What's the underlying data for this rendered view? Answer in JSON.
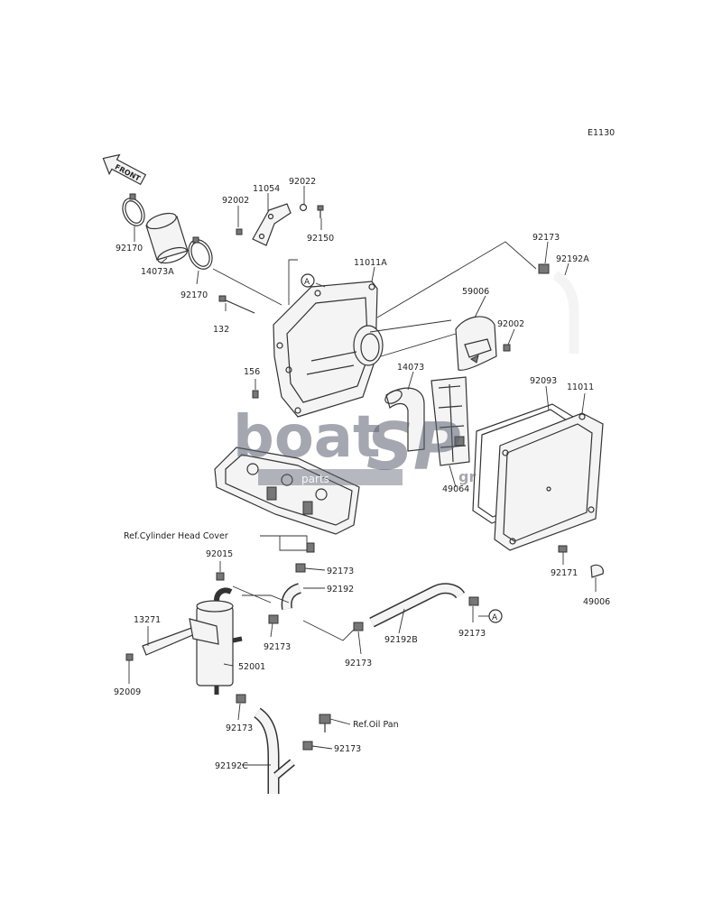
{
  "diagram_code": "E1130",
  "front_label": "FRONT",
  "watermark": {
    "brand_a": "boat",
    "brand_b": "SP",
    "sub": "parts",
    "tld": "gr"
  },
  "labels": [
    {
      "id": "l92170a",
      "text": "92170"
    },
    {
      "id": "l14073a",
      "text": "14073A"
    },
    {
      "id": "l92170b",
      "text": "92170"
    },
    {
      "id": "l92002a",
      "text": "92002"
    },
    {
      "id": "l11054",
      "text": "11054"
    },
    {
      "id": "l92022",
      "text": "92022"
    },
    {
      "id": "l92150",
      "text": "92150"
    },
    {
      "id": "l11011a",
      "text": "11011A"
    },
    {
      "id": "l132",
      "text": "132"
    },
    {
      "id": "l156",
      "text": "156"
    },
    {
      "id": "l92173a",
      "text": "92173"
    },
    {
      "id": "l92192a",
      "text": "92192A"
    },
    {
      "id": "l59006",
      "text": "59006"
    },
    {
      "id": "l92002b",
      "text": "92002"
    },
    {
      "id": "l14073",
      "text": "14073"
    },
    {
      "id": "l92093",
      "text": "92093"
    },
    {
      "id": "l11011",
      "text": "11011"
    },
    {
      "id": "l49064",
      "text": "49064"
    },
    {
      "id": "lrefcyl",
      "text": "Ref.Cylinder Head Cover"
    },
    {
      "id": "l92015",
      "text": "92015"
    },
    {
      "id": "l92173b",
      "text": "92173"
    },
    {
      "id": "l92192",
      "text": "92192"
    },
    {
      "id": "l13271",
      "text": "13271"
    },
    {
      "id": "l92173c",
      "text": "92173"
    },
    {
      "id": "l92009",
      "text": "92009"
    },
    {
      "id": "l52001",
      "text": "52001"
    },
    {
      "id": "l92173d",
      "text": "92173"
    },
    {
      "id": "l92192b",
      "text": "92192B"
    },
    {
      "id": "l92173e",
      "text": "92173"
    },
    {
      "id": "l92171",
      "text": "92171"
    },
    {
      "id": "l49006",
      "text": "49006"
    },
    {
      "id": "l92173f",
      "text": "92173"
    },
    {
      "id": "lrefoil",
      "text": "Ref.Oil Pan"
    },
    {
      "id": "l92173g",
      "text": "92173"
    },
    {
      "id": "l92192c",
      "text": "92192C"
    }
  ],
  "callouts": [
    {
      "id": "ca1",
      "letter": "A"
    },
    {
      "id": "ca2",
      "letter": "A"
    }
  ]
}
